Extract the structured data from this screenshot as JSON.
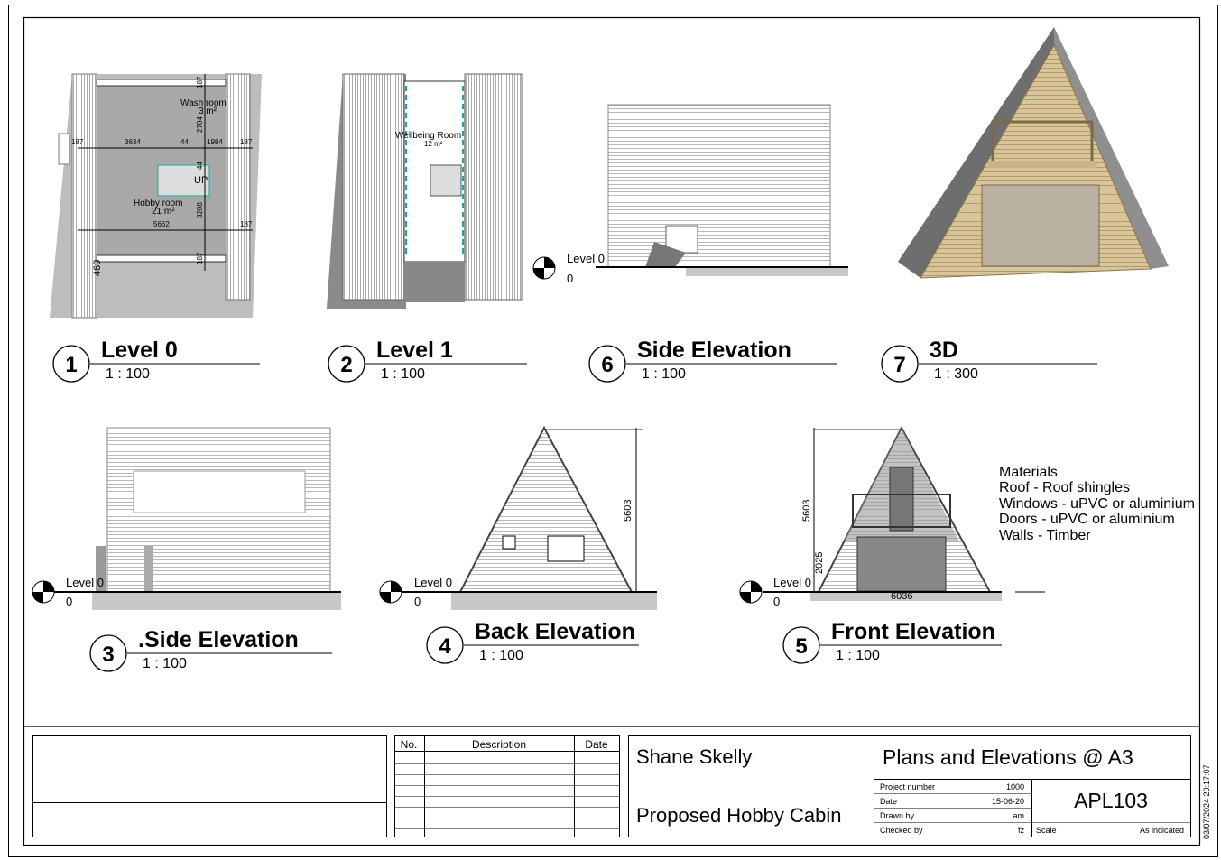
{
  "sheet": {
    "project_title": "Plans and Elevations @ A3",
    "sheet_number": "APL103",
    "author": "Shane Skelly",
    "project_name": "Proposed Hobby Cabin",
    "print_timestamp": "03/07/2024 20:17:07",
    "fields": [
      {
        "label": "Project number",
        "value": "1000"
      },
      {
        "label": "Date",
        "value": "15-06-20"
      },
      {
        "label": "Drawn by",
        "value": "am"
      },
      {
        "label": "Checked by",
        "value": "fz"
      }
    ],
    "scale": {
      "label": "Scale",
      "value": "As indicated"
    },
    "revisions": {
      "headers": [
        "No.",
        "Description",
        "Date"
      ],
      "rows": []
    }
  },
  "views": [
    {
      "number": "1",
      "title": "Level 0",
      "scale": "1 : 100"
    },
    {
      "number": "2",
      "title": "Level 1",
      "scale": "1 : 100"
    },
    {
      "number": "6",
      "title": "Side Elevation",
      "scale": "1 : 100"
    },
    {
      "number": "7",
      "title": "3D",
      "scale": "1 : 300"
    },
    {
      "number": "3",
      "title": ".Side Elevation",
      "scale": "1 : 100"
    },
    {
      "number": "4",
      "title": "Back Elevation",
      "scale": "1 : 100"
    },
    {
      "number": "5",
      "title": "Front Elevation",
      "scale": "1 : 100"
    }
  ],
  "plan_level0": {
    "rooms": [
      {
        "name": "Wash room",
        "area": "3 m²"
      },
      {
        "name": "Hobby room",
        "area": "21 m²"
      }
    ],
    "stair_label": "UP",
    "dimensions": [
      "187",
      "3634",
      "44",
      "1984",
      "187",
      "2704",
      "44",
      "3208",
      "5662",
      "187",
      "187",
      "469",
      "187"
    ]
  },
  "plan_level1": {
    "rooms": [
      {
        "name": "Wellbeing Room",
        "area": "12 m²"
      }
    ]
  },
  "level_marker": {
    "name": "Level 0",
    "elevation": "0"
  },
  "back_elevation": {
    "height_dim": "5603"
  },
  "front_elevation": {
    "height_dim": "5603",
    "floor_dim": "2025",
    "width_dim": "6036"
  },
  "materials": {
    "heading": "Materials",
    "items": [
      "Roof - Roof shingles",
      "Windows - uPVC or aluminium",
      "Doors - uPVC or aluminium",
      "Walls - Timber"
    ]
  }
}
